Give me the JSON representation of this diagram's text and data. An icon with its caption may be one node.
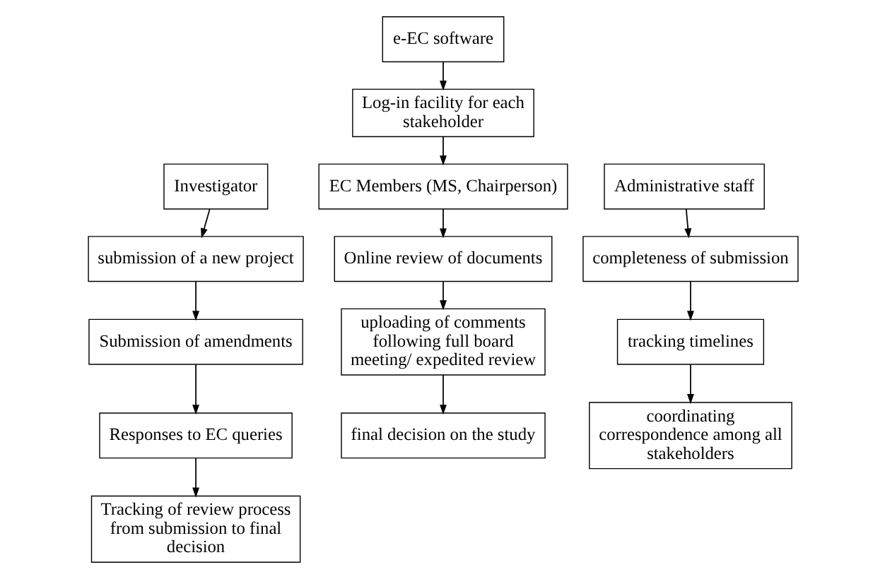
{
  "diagram": {
    "nodes": [
      {
        "text": [
          "e-EC software"
        ]
      },
      {
        "text": [
          "Log-in facility for each stakeholder"
        ]
      },
      {
        "text": [
          "Investigator"
        ]
      },
      {
        "text": [
          "EC Members (MS, Chairperson)"
        ]
      },
      {
        "text": [
          "Administrative staff"
        ]
      },
      {
        "text": [
          "submission of a new project"
        ]
      },
      {
        "text": [
          "Online review of documents"
        ]
      },
      {
        "text": [
          "completeness of submission"
        ]
      },
      {
        "text": [
          "Submission of amendments"
        ]
      },
      {
        "text": [
          "uploading of comments following full board meeting/ expedited review"
        ]
      },
      {
        "text": [
          "tracking timelines"
        ]
      },
      {
        "text": [
          "Responses to EC queries"
        ]
      },
      {
        "text": [
          "final decision on the study"
        ]
      },
      {
        "text": [
          "coordinating correspondence among all stakeholders"
        ]
      },
      {
        "text": [
          "Tracking of review process from submission to final decision"
        ]
      }
    ],
    "edges": [
      {
        "from": 0,
        "to": 1,
        "arrow": "to"
      },
      {
        "from": 1,
        "to": 3,
        "arrow": "to"
      },
      {
        "from": 2,
        "to": 5,
        "arrow": "to"
      },
      {
        "from": 5,
        "to": 8,
        "arrow": "to"
      },
      {
        "from": 8,
        "to": 11,
        "arrow": "to"
      },
      {
        "from": 11,
        "to": 14,
        "arrow": "to"
      },
      {
        "from": 3,
        "to": 6,
        "arrow": "to"
      },
      {
        "from": 6,
        "to": 9,
        "arrow": "to"
      },
      {
        "from": 9,
        "to": 12,
        "arrow": "to"
      },
      {
        "from": 4,
        "to": 7,
        "arrow": "to"
      },
      {
        "from": 7,
        "to": 10,
        "arrow": "to"
      },
      {
        "from": 10,
        "to": 13,
        "arrow": "to"
      }
    ]
  }
}
